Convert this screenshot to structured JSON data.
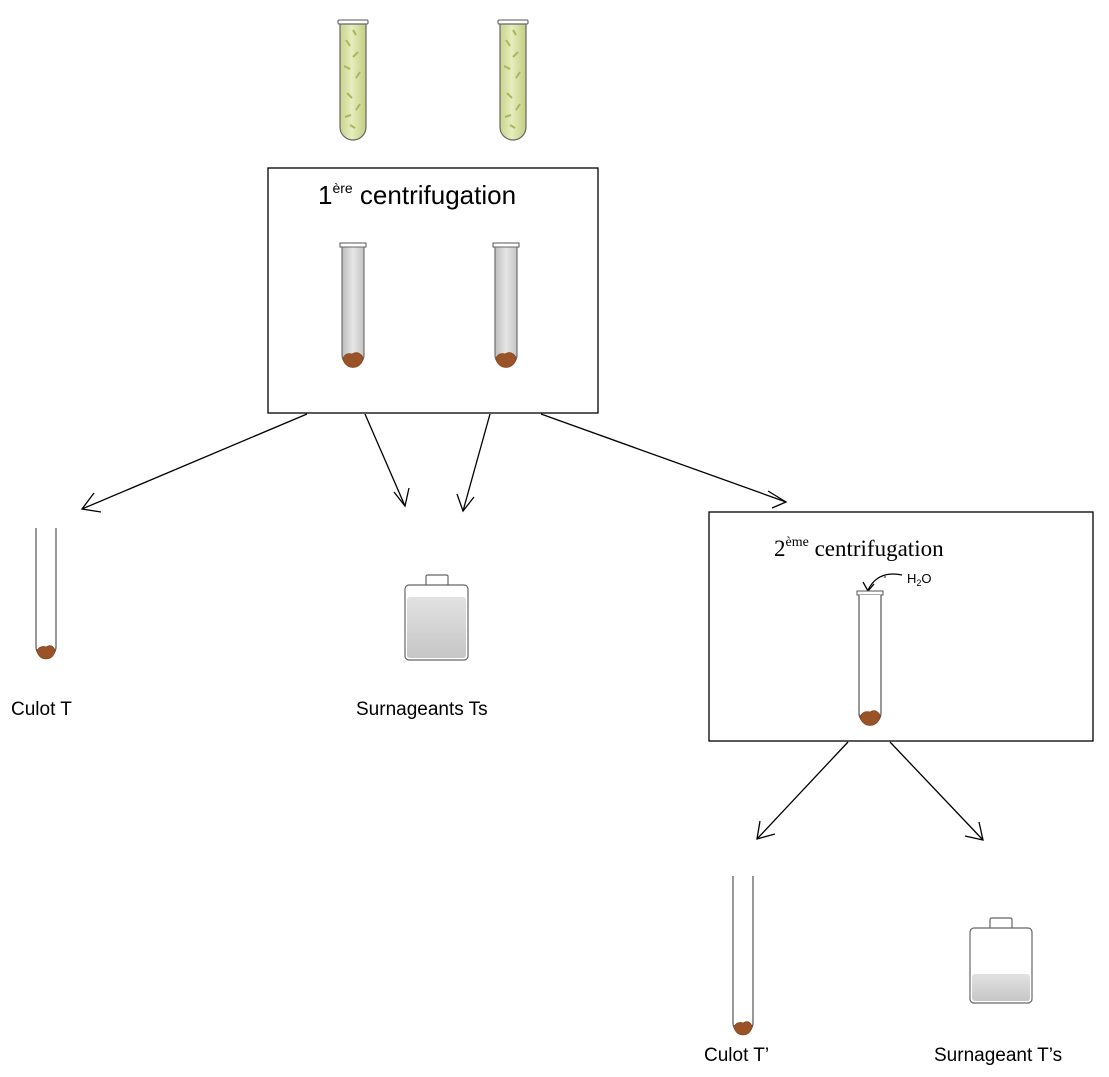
{
  "step1": {
    "title_number": "1",
    "title_sup": "ère",
    "title_rest": " centrifugation"
  },
  "step2": {
    "title_number": "2",
    "title_sup": "ème",
    "title_rest": " centrifugation",
    "reagent_main": "H",
    "reagent_sub": "2",
    "reagent_end": "O"
  },
  "labels": {
    "culot_t": "Culot T",
    "surnageants_ts": "Surnageants Ts",
    "culot_t_prime": "Culot T’",
    "surnageant_t_prime_s": "Surnageant T’s"
  },
  "colors": {
    "culture": "#d9e2a4",
    "culture_flecks": "#a8b75a",
    "pellet": "#9a5326",
    "supernatant": "#cfcfcf"
  }
}
